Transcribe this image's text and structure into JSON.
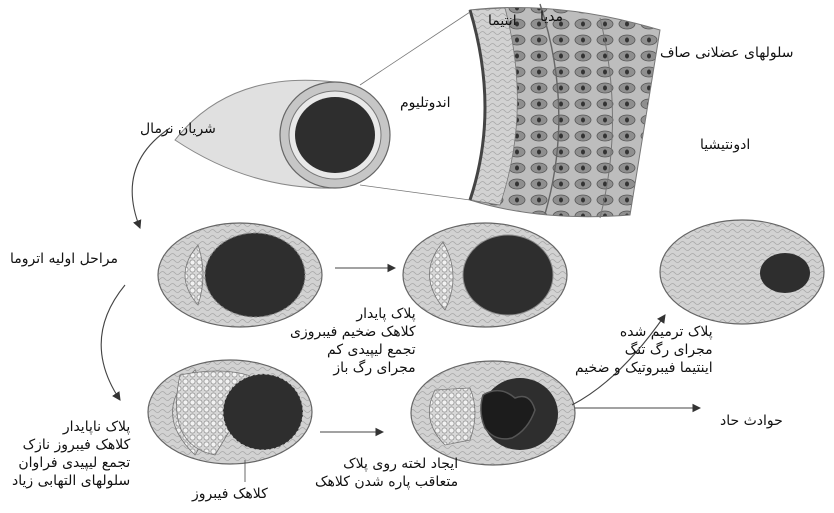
{
  "labels": {
    "media": "مدیا",
    "intima": "انتیما",
    "smooth_muscle_cells": "سلولهای عضلانی صاف",
    "endothelium": "اندوتلیوم",
    "normal_artery": "شریان نرمال",
    "adventitia": "ادونتیشیا",
    "early_atheroma": "مراحل اولیه اتروما",
    "acute_events": "حوادث حاد",
    "fibrous_cap": "کلاهک فیبروز"
  },
  "stable_plaque": [
    "پلاک پایدار",
    "کلاهک ضخیم فیبروزی",
    "تجمع لیپیدی کم",
    "مجرای رگ باز"
  ],
  "repaired_plaque": [
    "پلاک ترمیم شده",
    "مجرای رگ تنگ",
    "اینتیما فیبروتیک و ضخیم"
  ],
  "unstable_plaque": [
    "پلاک ناپایدار",
    "کلاهک فیبروز نازک",
    "تجمع لیپیدی فراوان",
    "سلولهای التهابی زیاد"
  ],
  "thrombus": [
    "ایجاد لخته روی پلاک",
    "متعاقب پاره شدن کلاهک"
  ],
  "colors": {
    "wall": "#cfcfcf",
    "wall_dark": "#9a9a9a",
    "lumen": "#2e2e2e",
    "lipid": "#e0e0e0",
    "line": "#333333"
  }
}
